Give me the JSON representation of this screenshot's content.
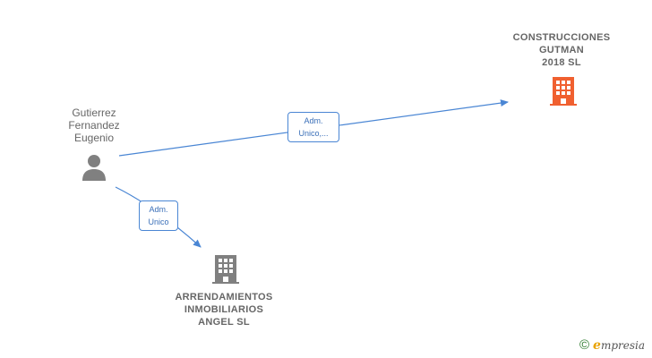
{
  "nodes": {
    "person": {
      "name": "Gutierrez\nFernandez\nEugenio",
      "icon": "person-icon",
      "color": "#808080"
    },
    "company_main": {
      "name": "CONSTRUCCIONES\nGUTMAN\n2018  SL",
      "icon": "building-icon",
      "color": "#f06030"
    },
    "company_sub": {
      "name": "ARRENDAMIENTOS\nINMOBILIARIOS\nANGEL SL",
      "icon": "building-icon",
      "color": "#808080"
    }
  },
  "edges": [
    {
      "from": "person",
      "to": "company_main",
      "label": "Adm.\nUnico,..."
    },
    {
      "from": "person",
      "to": "company_sub",
      "label": "Adm.\nUnico"
    }
  ],
  "edge_color": "#4a86d4",
  "brand": {
    "copyright": "©",
    "initial": "e",
    "rest": "mpresia"
  }
}
